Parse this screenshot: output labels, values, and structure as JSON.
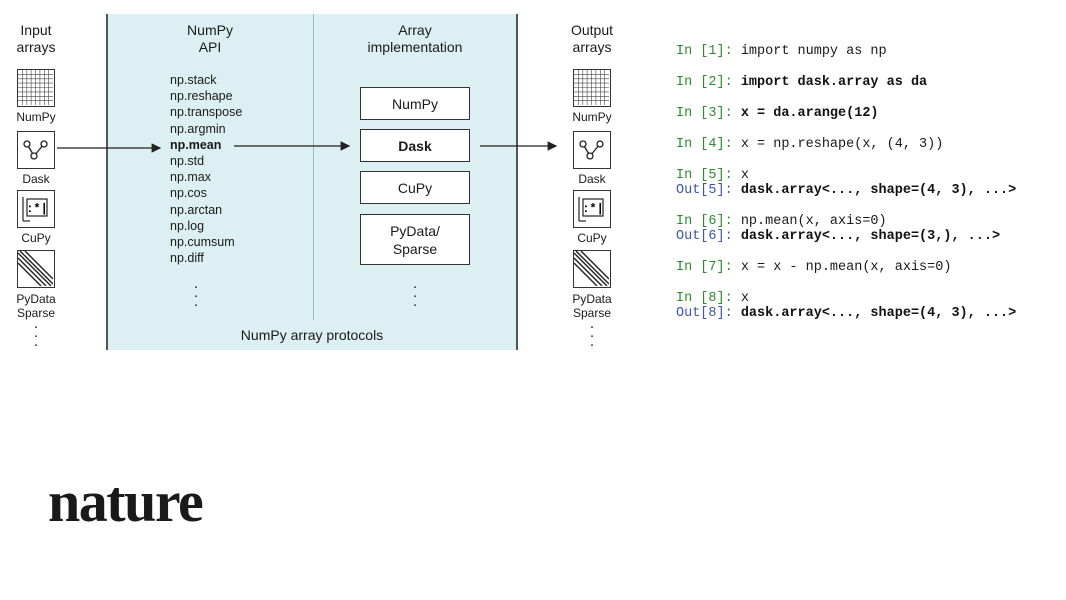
{
  "headers": {
    "input": "Input\narrays",
    "api": "NumPy\nAPI",
    "impl": "Array\nimplementation",
    "output": "Output\narrays"
  },
  "input_labels": [
    "NumPy",
    "Dask",
    "CuPy",
    "PyData\nSparse"
  ],
  "output_labels": [
    "NumPy",
    "Dask",
    "CuPy",
    "PyData\nSparse"
  ],
  "api_functions": [
    "np.stack",
    "np.reshape",
    "np.transpose",
    "np.argmin",
    "np.mean",
    "np.std",
    "np.max",
    "np.cos",
    "np.arctan",
    "np.log",
    "np.cumsum",
    "np.diff"
  ],
  "api_highlight": "np.mean",
  "implementations": [
    "NumPy",
    "Dask",
    "CuPy",
    "PyData/\nSparse"
  ],
  "impl_highlight": "Dask",
  "ellipsis": "·\n·\n·",
  "protocols_label": "NumPy array protocols",
  "code": [
    {
      "prompt": "In [1]: ",
      "text": "import numpy as np",
      "bold": false
    },
    {
      "prompt": "In [2]: ",
      "text": "import dask.array as da",
      "bold": true
    },
    {
      "prompt": "In [3]: ",
      "text": "x = da.arange(12)",
      "bold": true
    },
    {
      "prompt": "In [4]: ",
      "text": "x = np.reshape(x, (4, 3))",
      "bold": false
    },
    {
      "prompt": "In [5]: ",
      "text": "x",
      "bold": false,
      "out_prompt": "Out[5]: ",
      "out": "dask.array<..., shape=(4, 3), ...>"
    },
    {
      "prompt": "In [6]: ",
      "text": "np.mean(x, axis=0)",
      "bold": false,
      "out_prompt": "Out[6]: ",
      "out": "dask.array<..., shape=(3,), ...>"
    },
    {
      "prompt": "In [7]: ",
      "text": "x = x - np.mean(x, axis=0)",
      "bold": false
    },
    {
      "prompt": "In [8]: ",
      "text": "x",
      "bold": false,
      "out_prompt": "Out[8]: ",
      "out": "dask.array<..., shape=(4, 3), ...>"
    }
  ],
  "logo": "nature"
}
